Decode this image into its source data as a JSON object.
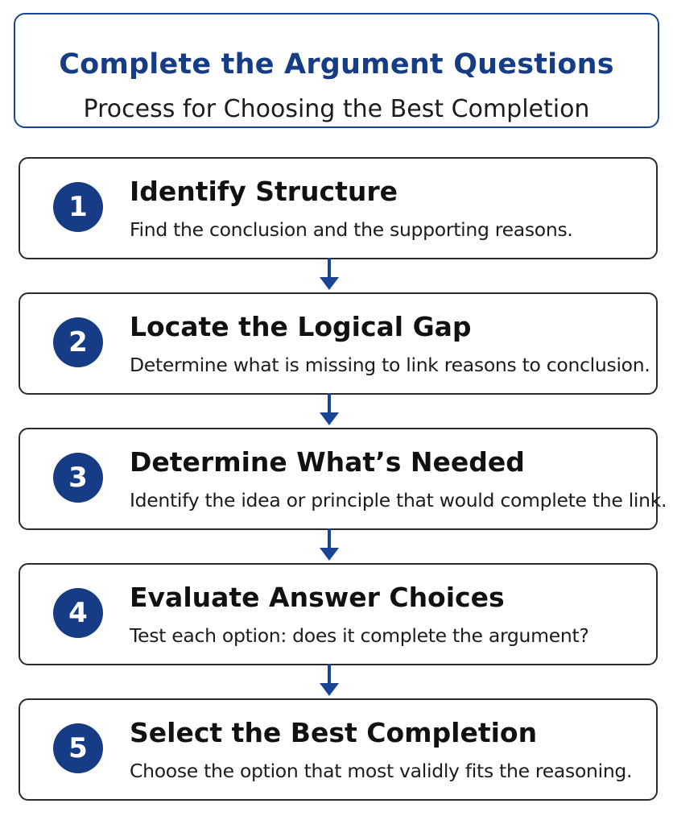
{
  "header": {
    "title": "Complete the Argument Questions",
    "subtitle": "Process for Choosing the Best Completion"
  },
  "steps": [
    {
      "number": "1",
      "title": "Identify Structure",
      "description": "Find the conclusion and the supporting reasons."
    },
    {
      "number": "2",
      "title": "Locate the Logical Gap",
      "description": "Determine what is missing to link reasons to conclusion."
    },
    {
      "number": "3",
      "title": "Determine What’s Needed",
      "description": "Identify the idea or principle that would complete the link."
    },
    {
      "number": "4",
      "title": "Evaluate Answer Choices",
      "description": "Test each option: does it complete the argument?"
    },
    {
      "number": "5",
      "title": "Select the Best Completion",
      "description": "Choose the option that most validly fits the reasoning."
    }
  ],
  "colors": {
    "accent": "#173c86",
    "arrow": "#1a4595",
    "border": "#2a2a2a"
  }
}
